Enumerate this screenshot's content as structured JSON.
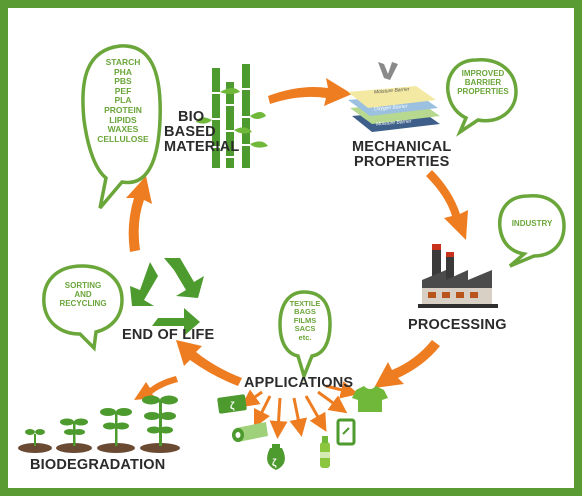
{
  "nodes": {
    "bio_based_material": [
      "BIO",
      "BASED",
      "MATERIAL"
    ],
    "mechanical_properties": [
      "MECHANICAL",
      "PROPERTIES"
    ],
    "processing": "PROCESSING",
    "applications": "APPLICATIONS",
    "end_of_life": "END OF LIFE",
    "biodegradation": "BIODEGRADATION"
  },
  "bubbles": {
    "materials": [
      "STARCH",
      "PHA",
      "PBS",
      "PEF",
      "PLA",
      "PROTEIN",
      "LIPIDS",
      "WAXES",
      "CELLULOSE"
    ],
    "barrier": [
      "IMPROVED",
      "BARRIER",
      "PROPERTIES"
    ],
    "industry": "INDUSTRY",
    "applications": [
      "TEXTILE",
      "BAGS",
      "FILMS",
      "SACS",
      "etc."
    ],
    "sorting": [
      "SORTING",
      "AND",
      "RECYCLING"
    ]
  },
  "film_layers": [
    "Moisture Barrier",
    "Oxygen Barrier",
    "Moisture Barrier"
  ],
  "colors": {
    "frame": "#5b9b33",
    "bubble_stroke": "#6aa63a",
    "arrow": "#ee7d22",
    "text": "#2b2b2b",
    "plant": "#4d9a2e",
    "soil": "#6b4a33"
  },
  "icons": [
    "bamboo-icon",
    "barrier-film-icon",
    "factory-icon",
    "recycle-icon",
    "seedling-icon",
    "banknote-icon",
    "fabric-roll-icon",
    "money-bag-icon",
    "bottle-icon",
    "phone-icon",
    "tshirt-icon"
  ]
}
